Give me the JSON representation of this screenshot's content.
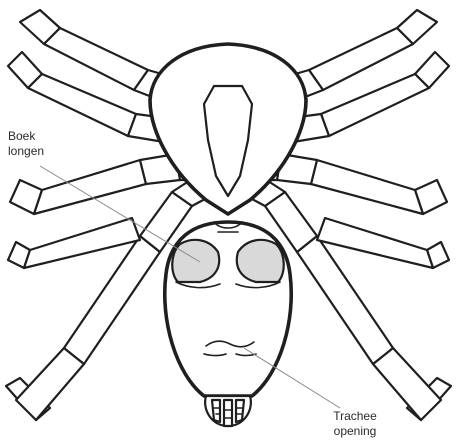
{
  "diagram": {
    "labels": {
      "book_lungs_line1": "Boek",
      "book_lungs_line2": "longen",
      "trachea_line1": "Trachee",
      "trachea_line2": "opening"
    },
    "colors": {
      "outline": "#1f1f1f",
      "lung_fill": "#d9d9d9",
      "leader_line": "#8a8a8a",
      "background": "#ffffff"
    }
  }
}
